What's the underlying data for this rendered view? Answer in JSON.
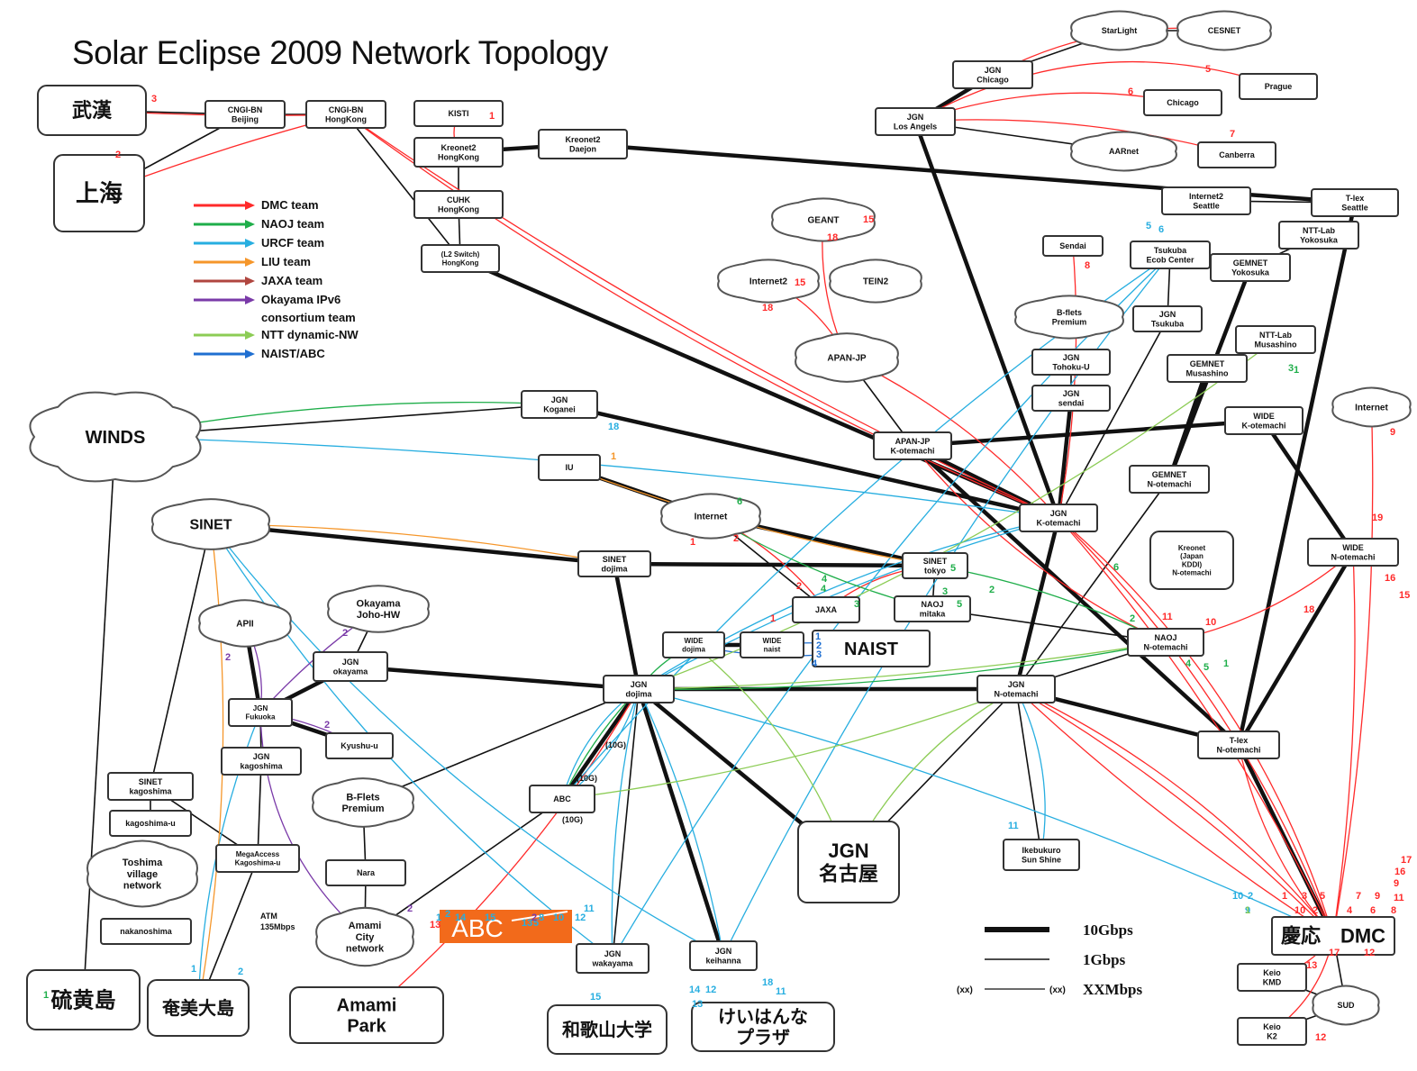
{
  "title": "Solar Eclipse 2009 Network Topology",
  "colors": {
    "dmc": "#ff2a2a",
    "naoj": "#1fae4a",
    "urcf": "#27aee0",
    "liu": "#f5962a",
    "jaxa": "#b0463f",
    "okayama": "#7a3aa8",
    "ntt": "#8ccc55",
    "naist": "#1f6fd1",
    "trunk": "#111111",
    "gray": "#555555",
    "abc": "#f26a1b"
  },
  "legend": [
    {
      "label": "DMC team",
      "color": "dmc"
    },
    {
      "label": "NAOJ team",
      "color": "naoj"
    },
    {
      "label": "URCF team",
      "color": "urcf"
    },
    {
      "label": "LIU   team",
      "color": "liu"
    },
    {
      "label": "JAXA team",
      "color": "jaxa"
    },
    {
      "label": "Okayama IPv6\nconsortium team",
      "color": "okayama"
    },
    {
      "label": "NTT dynamic-NW",
      "color": "ntt"
    },
    {
      "label": "NAIST/ABC",
      "color": "naist"
    }
  ],
  "bandwidth_legend": [
    {
      "label": "10Gbps",
      "kind": "thick"
    },
    {
      "label": "1Gbps",
      "kind": "thin"
    },
    {
      "label": "XXMbps",
      "kind": "x",
      "marker": "(xx)"
    }
  ],
  "nodes": [
    {
      "id": "wuhan",
      "type": "box",
      "label": "武漢"
    },
    {
      "id": "shanghai",
      "type": "box",
      "label": "上海"
    },
    {
      "id": "cngi_bj",
      "type": "box",
      "label": "CNGI-BN\nBeijing"
    },
    {
      "id": "cngi_hk",
      "type": "box",
      "label": "CNGI-BN\nHongKong"
    },
    {
      "id": "kisti",
      "type": "box",
      "label": "KISTI"
    },
    {
      "id": "kreonet2_hk",
      "type": "box",
      "label": "Kreonet2\nHongKong"
    },
    {
      "id": "kreonet2_daejon",
      "type": "box",
      "label": "Kreonet2\nDaejon"
    },
    {
      "id": "cuhk",
      "type": "box",
      "label": "CUHK\nHongKong"
    },
    {
      "id": "l2switch_hk",
      "type": "box",
      "label": "(L2 Switch)\nHongKong"
    },
    {
      "id": "starlight",
      "type": "cloud",
      "label": "StarLight"
    },
    {
      "id": "cesnet",
      "type": "cloud",
      "label": "CESNET"
    },
    {
      "id": "prague",
      "type": "box",
      "label": "Prague"
    },
    {
      "id": "jgn_chicago",
      "type": "box",
      "label": "JGN\nChicago"
    },
    {
      "id": "chicago",
      "type": "box",
      "label": "Chicago"
    },
    {
      "id": "jgn_la",
      "type": "box",
      "label": "JGN\nLos Angels"
    },
    {
      "id": "aarnet",
      "type": "cloud",
      "label": "AARnet"
    },
    {
      "id": "canberra",
      "type": "box",
      "label": "Canberra"
    },
    {
      "id": "internet2_seattle",
      "type": "box",
      "label": "Internet2\nSeattle"
    },
    {
      "id": "tlex_seattle",
      "type": "box",
      "label": "T-lex\nSeattle"
    },
    {
      "id": "geant",
      "type": "cloud",
      "label": "GEANT"
    },
    {
      "id": "internet2",
      "type": "cloud",
      "label": "Internet2"
    },
    {
      "id": "tein2",
      "type": "cloud",
      "label": "TEIN2"
    },
    {
      "id": "apan_jp",
      "type": "cloud",
      "label": "APAN-JP"
    },
    {
      "id": "sendai",
      "type": "box",
      "label": "Sendai"
    },
    {
      "id": "tsukuba_ecc",
      "type": "box",
      "label": "Tsukuba\nEcob Center"
    },
    {
      "id": "ntt_yokosuka",
      "type": "box",
      "label": "NTT-Lab\nYokosuka"
    },
    {
      "id": "gemnet_yokosuka",
      "type": "box",
      "label": "GEMNET\nYokosuka"
    },
    {
      "id": "bflets_pw",
      "type": "cloud",
      "label": "B-flets\nPremium"
    },
    {
      "id": "jgn_tsukuba",
      "type": "box",
      "label": "JGN\nTsukuba"
    },
    {
      "id": "ntt_musashino",
      "type": "box",
      "label": "NTT-Lab\nMusashino"
    },
    {
      "id": "gemnet_musashino",
      "type": "box",
      "label": "GEMNET\nMusashino"
    },
    {
      "id": "jgn_tohoku",
      "type": "box",
      "label": "JGN\nTohoku-U"
    },
    {
      "id": "jgn_sendai",
      "type": "box",
      "label": "JGN\nsendai"
    },
    {
      "id": "internet_r",
      "type": "cloud",
      "label": "Internet"
    },
    {
      "id": "winds",
      "type": "cloud",
      "label": "WINDS"
    },
    {
      "id": "jgn_koganei",
      "type": "box",
      "label": "JGN\nKoganei"
    },
    {
      "id": "apan_kotemachi",
      "type": "box",
      "label": "APAN-JP\nK-otemachi"
    },
    {
      "id": "wide_kotemachi",
      "type": "box",
      "label": "WIDE\nK-otemachi"
    },
    {
      "id": "iu",
      "type": "box",
      "label": "IU"
    },
    {
      "id": "internet_c",
      "type": "cloud",
      "label": "Internet"
    },
    {
      "id": "gemnet_notemachi",
      "type": "box",
      "label": "GEMNET\nN-otemachi"
    },
    {
      "id": "jgn_kotemachi",
      "type": "box",
      "label": "JGN\nK-otemachi"
    },
    {
      "id": "sinet",
      "type": "cloud",
      "label": "SINET"
    },
    {
      "id": "sinet_dojima",
      "type": "box",
      "label": "SINET\ndojima"
    },
    {
      "id": "sinet_tokyo",
      "type": "box",
      "label": "SINET\ntokyo"
    },
    {
      "id": "kreonet_notemachi",
      "type": "box",
      "label": "Kreonet\n(Japan\nKDDI)\nN-otemachi"
    },
    {
      "id": "wide_notemachi",
      "type": "box",
      "label": "WIDE\nN-otemachi"
    },
    {
      "id": "jaxa",
      "type": "box",
      "label": "JAXA"
    },
    {
      "id": "naoj_mitaka",
      "type": "box",
      "label": "NAOJ\nmitaka"
    },
    {
      "id": "okayama_cloud",
      "type": "cloud",
      "label": "Okayama\nJoho-HW"
    },
    {
      "id": "apii",
      "type": "cloud",
      "label": "APII"
    },
    {
      "id": "jgn_okayama",
      "type": "box",
      "label": "JGN\nokayama"
    },
    {
      "id": "wide_dojima",
      "type": "box",
      "label": "WIDE\ndojima"
    },
    {
      "id": "wide_naist",
      "type": "box",
      "label": "WIDE\nnaist"
    },
    {
      "id": "naist",
      "type": "box",
      "label": "NAIST"
    },
    {
      "id": "naoj_notemachi",
      "type": "box",
      "label": "NAOJ\nN-otemachi"
    },
    {
      "id": "jgn_fukuoka",
      "type": "box",
      "label": "JGN\nFukuoka"
    },
    {
      "id": "kyushu",
      "type": "box",
      "label": "Kyushu-u"
    },
    {
      "id": "jgn_dojima",
      "type": "box",
      "label": "JGN\ndojima"
    },
    {
      "id": "jgn_notemachi",
      "type": "box",
      "label": "JGN\nN-otemachi"
    },
    {
      "id": "tlex_notemachi",
      "type": "box",
      "label": "T-lex\nN-otemachi"
    },
    {
      "id": "jgn_kagoshima",
      "type": "box",
      "label": "JGN\nkagoshima"
    },
    {
      "id": "sinet_kagoshima",
      "type": "box",
      "label": "SINET\nkagoshima"
    },
    {
      "id": "kagoshima_u",
      "type": "box",
      "label": "kagoshima-u"
    },
    {
      "id": "toshima",
      "type": "cloud",
      "label": "Toshima\nvillage\nnetwork"
    },
    {
      "id": "megaaccess",
      "type": "box",
      "label": "MegaAccess\nKagoshima-u"
    },
    {
      "id": "nakanoshima",
      "type": "box",
      "label": "nakanoshima"
    },
    {
      "id": "bflets_premium",
      "type": "cloud",
      "label": "B-Flets\nPremium"
    },
    {
      "id": "abc_sw",
      "type": "box",
      "label": "ABC"
    },
    {
      "id": "nara",
      "type": "box",
      "label": "Nara"
    },
    {
      "id": "amami_city",
      "type": "cloud",
      "label": "Amami\nCity\nnetwork"
    },
    {
      "id": "jgn_nagoya",
      "type": "box",
      "label": "JGN\n名古屋"
    },
    {
      "id": "ikebukuro",
      "type": "box",
      "label": "Ikebukuro\nSun Shine"
    },
    {
      "id": "jgn_wakayama",
      "type": "box",
      "label": "JGN\nwakayama"
    },
    {
      "id": "jgn_keihanna",
      "type": "box",
      "label": "JGN\nkeihanna"
    },
    {
      "id": "keio_dmc",
      "type": "box",
      "label": "慶応　DMC"
    },
    {
      "id": "keio_kmd",
      "type": "box",
      "label": "Keio\nKMD"
    },
    {
      "id": "sud",
      "type": "cloud",
      "label": "SUD"
    },
    {
      "id": "keio_k2",
      "type": "box",
      "label": "Keio\nK2"
    },
    {
      "id": "iojima",
      "type": "box",
      "label": "硫黄島"
    },
    {
      "id": "amami_oshima",
      "type": "box",
      "label": "奄美大島"
    },
    {
      "id": "amami_park",
      "type": "box",
      "label": "Amami\nPark"
    },
    {
      "id": "wakayama_u",
      "type": "box",
      "label": "和歌山大学"
    },
    {
      "id": "keihanna_plaza",
      "type": "box",
      "label": "けいはんな\nプラザ"
    }
  ],
  "labels": [
    {
      "text": "3",
      "color": "dmc"
    },
    {
      "text": "2",
      "color": "dmc"
    },
    {
      "text": "1",
      "color": "dmc"
    },
    {
      "text": "5",
      "color": "dmc"
    },
    {
      "text": "6",
      "color": "dmc"
    },
    {
      "text": "7",
      "color": "dmc"
    },
    {
      "text": "15",
      "color": "dmc"
    },
    {
      "text": "18",
      "color": "dmc"
    },
    {
      "text": "15",
      "color": "dmc"
    },
    {
      "text": "18",
      "color": "dmc"
    },
    {
      "text": "8",
      "color": "dmc"
    },
    {
      "text": "5",
      "color": "urcf"
    },
    {
      "text": "6",
      "color": "urcf"
    },
    {
      "text": "1",
      "color": "naoj"
    },
    {
      "text": "9",
      "color": "dmc"
    },
    {
      "text": "18",
      "color": "urcf"
    },
    {
      "text": "1",
      "color": "liu"
    },
    {
      "text": "6",
      "color": "naoj"
    },
    {
      "text": "19",
      "color": "dmc"
    },
    {
      "text": "1",
      "color": "dmc"
    },
    {
      "text": "2",
      "color": "dmc"
    },
    {
      "text": "4",
      "color": "naoj"
    },
    {
      "text": "6",
      "color": "naoj"
    },
    {
      "text": "5",
      "color": "naoj"
    },
    {
      "text": "2",
      "color": "dmc"
    },
    {
      "text": "4",
      "color": "naoj"
    },
    {
      "text": "3",
      "color": "naoj"
    },
    {
      "text": "5",
      "color": "naoj"
    },
    {
      "text": "2",
      "color": "naoj"
    },
    {
      "text": "3",
      "color": "naoj"
    },
    {
      "text": "1",
      "color": "dmc"
    },
    {
      "text": "11",
      "color": "dmc"
    },
    {
      "text": "10",
      "color": "dmc"
    },
    {
      "text": "16",
      "color": "dmc"
    },
    {
      "text": "18",
      "color": "dmc"
    },
    {
      "text": "15",
      "color": "dmc"
    },
    {
      "text": "17",
      "color": "dmc"
    },
    {
      "text": "2",
      "color": "naoj"
    },
    {
      "text": "1",
      "color": "naoj"
    },
    {
      "text": "4",
      "color": "naoj"
    },
    {
      "text": "5",
      "color": "naoj"
    },
    {
      "text": "2",
      "color": "okayama"
    },
    {
      "text": "2",
      "color": "okayama"
    },
    {
      "text": "2",
      "color": "okayama"
    },
    {
      "text": "2",
      "color": "okayama"
    },
    {
      "text": "1",
      "color": "naist"
    },
    {
      "text": "2",
      "color": "naist"
    },
    {
      "text": "3",
      "color": "naist"
    },
    {
      "text": "4",
      "color": "naist"
    },
    {
      "text": "(10G)",
      "color": "trunk"
    },
    {
      "text": "(10G)",
      "color": "trunk"
    },
    {
      "text": "(10G)",
      "color": "trunk"
    },
    {
      "text": "11",
      "color": "urcf"
    },
    {
      "text": "10",
      "color": "urcf"
    },
    {
      "text": "9",
      "color": "urcf"
    },
    {
      "text": "1",
      "color": "dmc"
    },
    {
      "text": "3",
      "color": "dmc"
    },
    {
      "text": "5",
      "color": "dmc"
    },
    {
      "text": "7",
      "color": "dmc"
    },
    {
      "text": "9",
      "color": "dmc"
    },
    {
      "text": "10",
      "color": "dmc"
    },
    {
      "text": "2",
      "color": "dmc"
    },
    {
      "text": "4",
      "color": "dmc"
    },
    {
      "text": "6",
      "color": "dmc"
    },
    {
      "text": "8",
      "color": "dmc"
    },
    {
      "text": "11",
      "color": "dmc"
    },
    {
      "text": "9",
      "color": "dmc"
    },
    {
      "text": "16",
      "color": "dmc"
    },
    {
      "text": "17",
      "color": "dmc"
    },
    {
      "text": "12",
      "color": "dmc"
    },
    {
      "text": "13",
      "color": "dmc"
    },
    {
      "text": "12",
      "color": "dmc"
    },
    {
      "text": "13",
      "color": "dmc"
    },
    {
      "text": "1",
      "color": "urcf"
    },
    {
      "text": "2",
      "color": "urcf"
    },
    {
      "text": "14",
      "color": "urcf"
    },
    {
      "text": "13",
      "color": "urcf"
    },
    {
      "text": "5",
      "color": "urcf"
    },
    {
      "text": "8",
      "color": "urcf"
    },
    {
      "text": "10",
      "color": "urcf"
    },
    {
      "text": "12",
      "color": "urcf"
    },
    {
      "text": "11",
      "color": "urcf"
    },
    {
      "text": "15",
      "color": "urcf"
    },
    {
      "text": "3",
      "color": "naoj"
    },
    {
      "text": "1",
      "color": "ntt"
    },
    {
      "text": "2",
      "color": "urcf"
    },
    {
      "text": "1",
      "color": "urcf"
    },
    {
      "text": "2",
      "color": "urcf"
    },
    {
      "text": "15",
      "color": "urcf"
    },
    {
      "text": "14",
      "color": "urcf"
    },
    {
      "text": "12",
      "color": "urcf"
    },
    {
      "text": "18",
      "color": "urcf"
    },
    {
      "text": "11",
      "color": "urcf"
    },
    {
      "text": "13",
      "color": "urcf"
    },
    {
      "text": "1",
      "color": "naoj"
    },
    {
      "text": "2",
      "color": "okayama"
    },
    {
      "text": "ATM\n135Mbps",
      "color": "trunk"
    }
  ]
}
